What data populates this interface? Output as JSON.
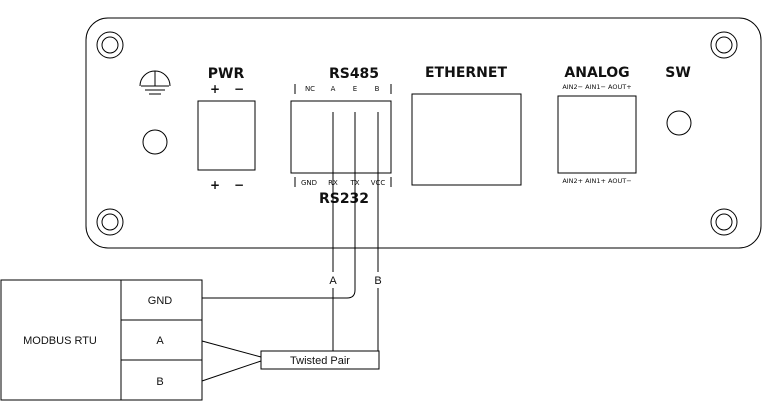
{
  "device": {
    "pwr_title": "PWR",
    "pwr_top_plus": "+",
    "pwr_top_minus": "−",
    "pwr_bottom_plus": "+",
    "pwr_bottom_minus": "−",
    "rs485_title": "RS485",
    "rs485_pins": [
      "NC",
      "A",
      "E",
      "B"
    ],
    "rs232_title": "RS232",
    "rs232_pins": [
      "GND",
      "RX",
      "TX",
      "VCC"
    ],
    "ethernet_title": "ETHERNET",
    "analog_title": "ANALOG",
    "analog_top_pins": "AIN2−  AIN1−  AOUT+",
    "analog_bottom_pins": "AIN2+  AIN1+  AOUT−",
    "sw_title": "SW"
  },
  "wires": {
    "label_a": "A",
    "label_b": "B",
    "twisted_pair": "Twisted Pair"
  },
  "modbus_table": {
    "device_name": "MODBUS RTU",
    "rows": [
      "GND",
      "A",
      "B"
    ]
  },
  "colors": {
    "line": "#000000",
    "background": "#ffffff"
  }
}
